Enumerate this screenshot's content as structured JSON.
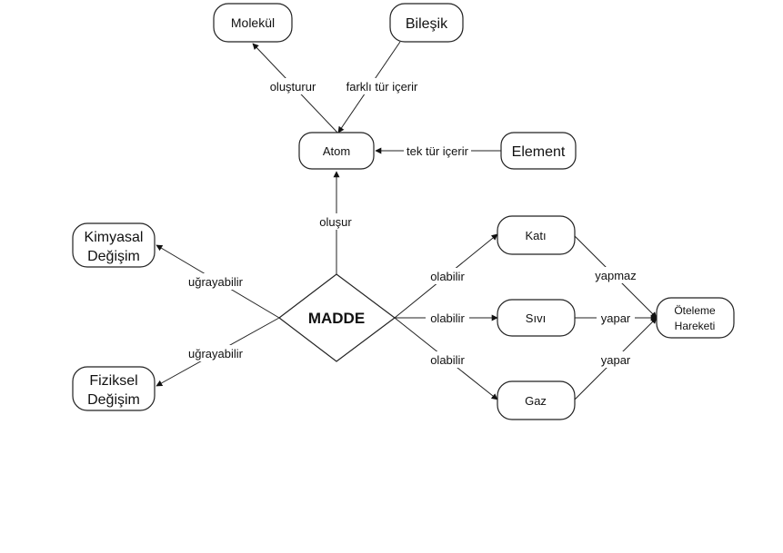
{
  "diagram": {
    "nodes": {
      "molekul": "Molekül",
      "bilesik": "Bileşik",
      "atom": "Atom",
      "element": "Element",
      "kimyasal_1": "Kimyasal",
      "kimyasal_2": "Değişim",
      "fiziksel_1": "Fiziksel",
      "fiziksel_2": "Değişim",
      "madde": "MADDE",
      "kati": "Katı",
      "sivi": "Sıvı",
      "gaz": "Gaz",
      "oteleme_1": "Öteleme",
      "oteleme_2": "Hareketi"
    },
    "edges": {
      "olusturur": "oluşturur",
      "farkli": "farklı tür içerir",
      "tek": "tek tür içerir",
      "olusur": "oluşur",
      "ugrayabilir_1": "uğrayabilir",
      "ugrayabilir_2": "uğrayabilir",
      "olabilir_1": "olabilir",
      "olabilir_2": "olabilir",
      "olabilir_3": "olabilir",
      "yapmaz": "yapmaz",
      "yapar_1": "yapar",
      "yapar_2": "yapar"
    }
  }
}
